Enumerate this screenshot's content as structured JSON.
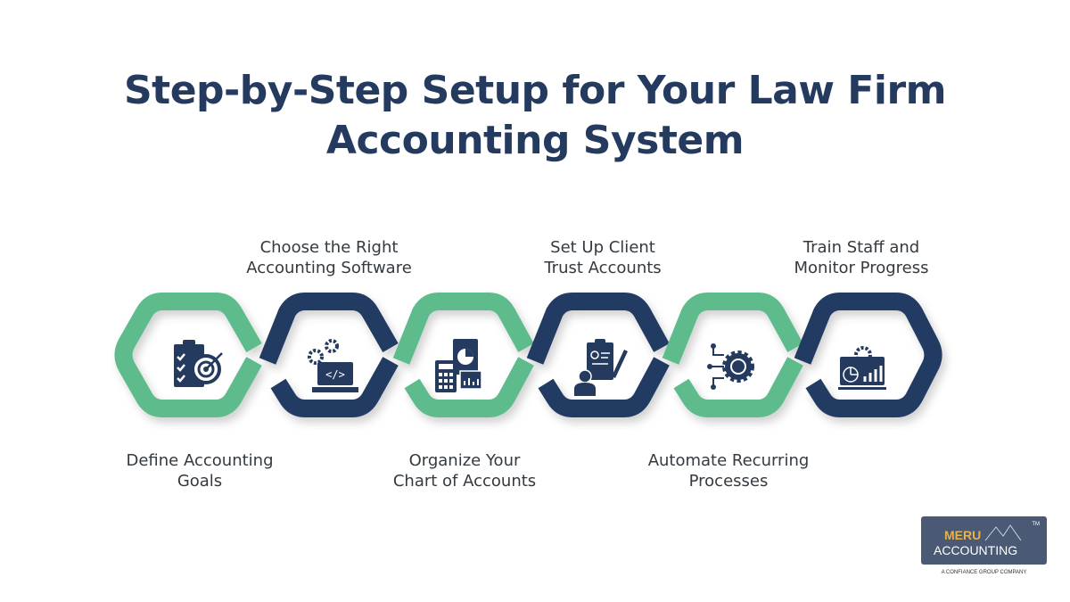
{
  "title": {
    "line1": "Step-by-Step Setup for Your Law Firm",
    "line2": "Accounting System"
  },
  "steps": [
    {
      "label_line1": "Define Accounting",
      "label_line2": "Goals",
      "position": "bottom",
      "color": "#5dbb8c",
      "icon": "clipboard-target-icon"
    },
    {
      "label_line1": "Choose the Right",
      "label_line2": "Accounting Software",
      "position": "top",
      "color": "#213a63",
      "icon": "laptop-code-gears-icon"
    },
    {
      "label_line1": "Organize Your",
      "label_line2": "Chart of Accounts",
      "position": "bottom",
      "color": "#5dbb8c",
      "icon": "calculator-chart-icon"
    },
    {
      "label_line1": "Set Up Client",
      "label_line2": "Trust Accounts",
      "position": "top",
      "color": "#213a63",
      "icon": "person-clipboard-pen-icon"
    },
    {
      "label_line1": "Automate Recurring",
      "label_line2": "Processes",
      "position": "bottom",
      "color": "#5dbb8c",
      "icon": "gear-network-icon"
    },
    {
      "label_line1": "Train Staff and",
      "label_line2": "Monitor Progress",
      "position": "top",
      "color": "#213a63",
      "icon": "monitor-analytics-icon"
    }
  ],
  "colors": {
    "green": "#5dbb8c",
    "navy": "#213a63",
    "title": "#243a5e"
  },
  "logo": {
    "brand_top": "MERU",
    "brand_bottom": "ACCOUNTING",
    "trademark": "TM",
    "tagline": "A CONFIANCE GROUP COMPANY"
  }
}
